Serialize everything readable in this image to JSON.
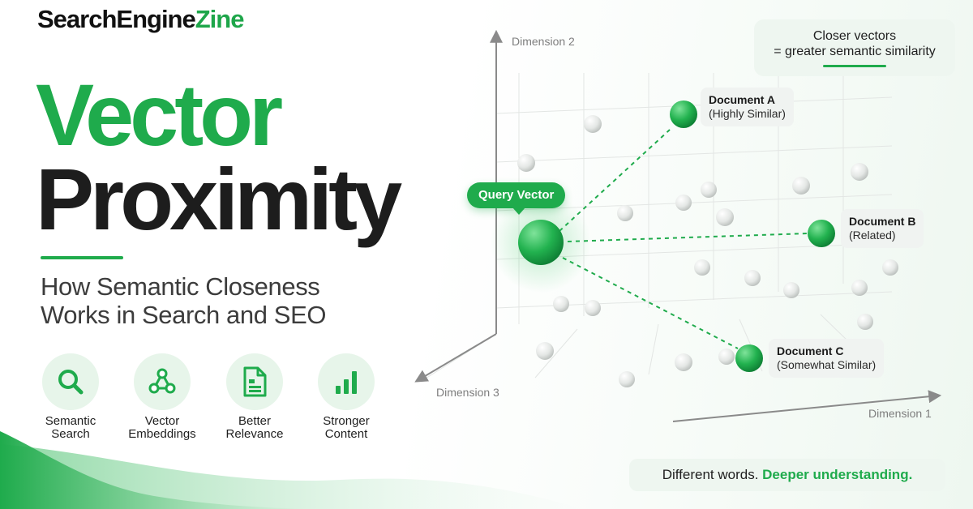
{
  "brand": {
    "part1": "SearchEngine",
    "part2": "Zine"
  },
  "headline": {
    "line1": "Vector",
    "line2": "Proximity"
  },
  "subtitle": {
    "line1": "How Semantic Closeness",
    "line2": "Works in Search and SEO"
  },
  "features": [
    {
      "icon": "magnifier-icon",
      "line1": "Semantic",
      "line2": "Search"
    },
    {
      "icon": "network-nodes-icon",
      "line1": "Vector",
      "line2": "Embeddings"
    },
    {
      "icon": "document-icon",
      "line1": "Better",
      "line2": "Relevance"
    },
    {
      "icon": "bar-chart-icon",
      "line1": "Stronger",
      "line2": "Content"
    }
  ],
  "callout": {
    "line1": "Closer vectors",
    "line2": "= greater semantic similarity"
  },
  "axes": {
    "dim1": "Dimension 1",
    "dim2": "Dimension 2",
    "dim3": "Dimension 3"
  },
  "query": {
    "label": "Query Vector"
  },
  "documents": [
    {
      "name": "Document A",
      "desc": "(Highly Similar)"
    },
    {
      "name": "Document B",
      "desc": "(Related)"
    },
    {
      "name": "Document C",
      "desc": "(Somewhat Similar)"
    }
  ],
  "tagline": {
    "plain": "Different words.",
    "strong": "Deeper understanding."
  },
  "colors": {
    "accent": "#1fab4c",
    "dark": "#1d1d1d",
    "soft_green": "#e7f5ea",
    "card": "#f0f3f1"
  }
}
